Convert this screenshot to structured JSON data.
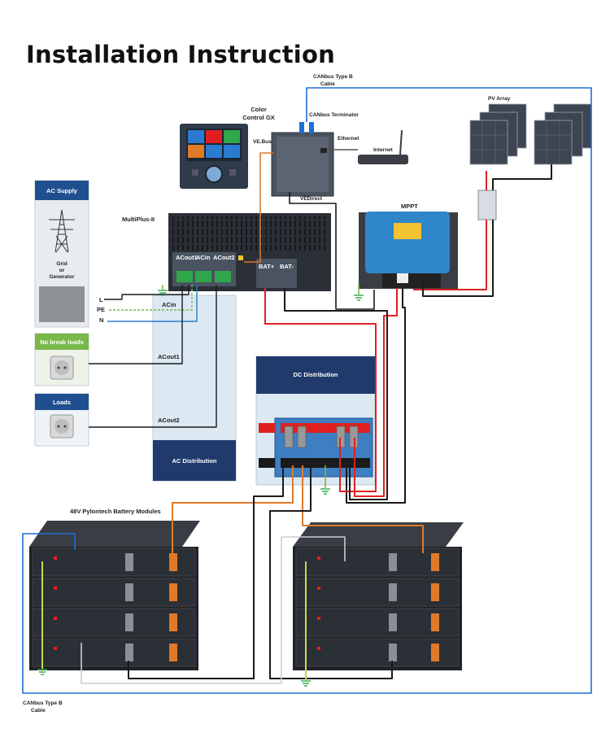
{
  "title": "Installation Instruction",
  "labels": {
    "canbus_top_line1": "CANbus Type B",
    "canbus_top_line2": "Cable",
    "canbus_terminator": "CANbus Terminator",
    "color_control_line1": "Color",
    "color_control_line2": "Control GX",
    "vebus": "VE.Bus",
    "ethernet": "Ethernet",
    "internet": "Internet",
    "vedirect": "VEDirect",
    "pv_array": "PV Array",
    "mppt": "MPPT",
    "multiplus": "MultiPlus-II",
    "ac_supply": "AC Supply",
    "grid_line1": "Grid",
    "grid_line2": "or",
    "grid_line3": "Generator",
    "no_break_loads": "No break loads",
    "loads": "Loads",
    "l": "L",
    "pe": "PE",
    "n": "N",
    "acin": "ACin",
    "acout1": "ACout1",
    "acout2": "ACout2",
    "ac_distribution": "AC Distribution",
    "dc_distribution": "DC Distribution",
    "battery_modules": "48V Pylontech Battery Modules",
    "canbus_bottom_line1": "CANbus Type B",
    "canbus_bottom_line2": "Cable",
    "mp_acout1": "ACout1",
    "mp_acin": "ACin",
    "mp_acout2": "ACout2",
    "mp_bat_plus": "BAT+",
    "mp_bat_minus": "BAT-"
  },
  "colors": {
    "navy": "#1f3a6b",
    "light_blue_panel": "#dce9f3",
    "green_panel": "#79b84a",
    "ac_supply_header": "#1f4f8f",
    "mppt_blue": "#2f86c9",
    "wire_red": "#e02020",
    "wire_black": "#1a1a1a",
    "wire_orange": "#e07a2a",
    "wire_blue": "#2a7bd0",
    "wire_green_yellow": "#c8d84a",
    "canbus_blue": "#1e6fd6"
  },
  "icons": {
    "pylon": "power-pylon-icon",
    "socket": "power-socket-icon",
    "router": "router-icon",
    "solar": "solar-panel-icon",
    "ground": "ground-icon"
  }
}
